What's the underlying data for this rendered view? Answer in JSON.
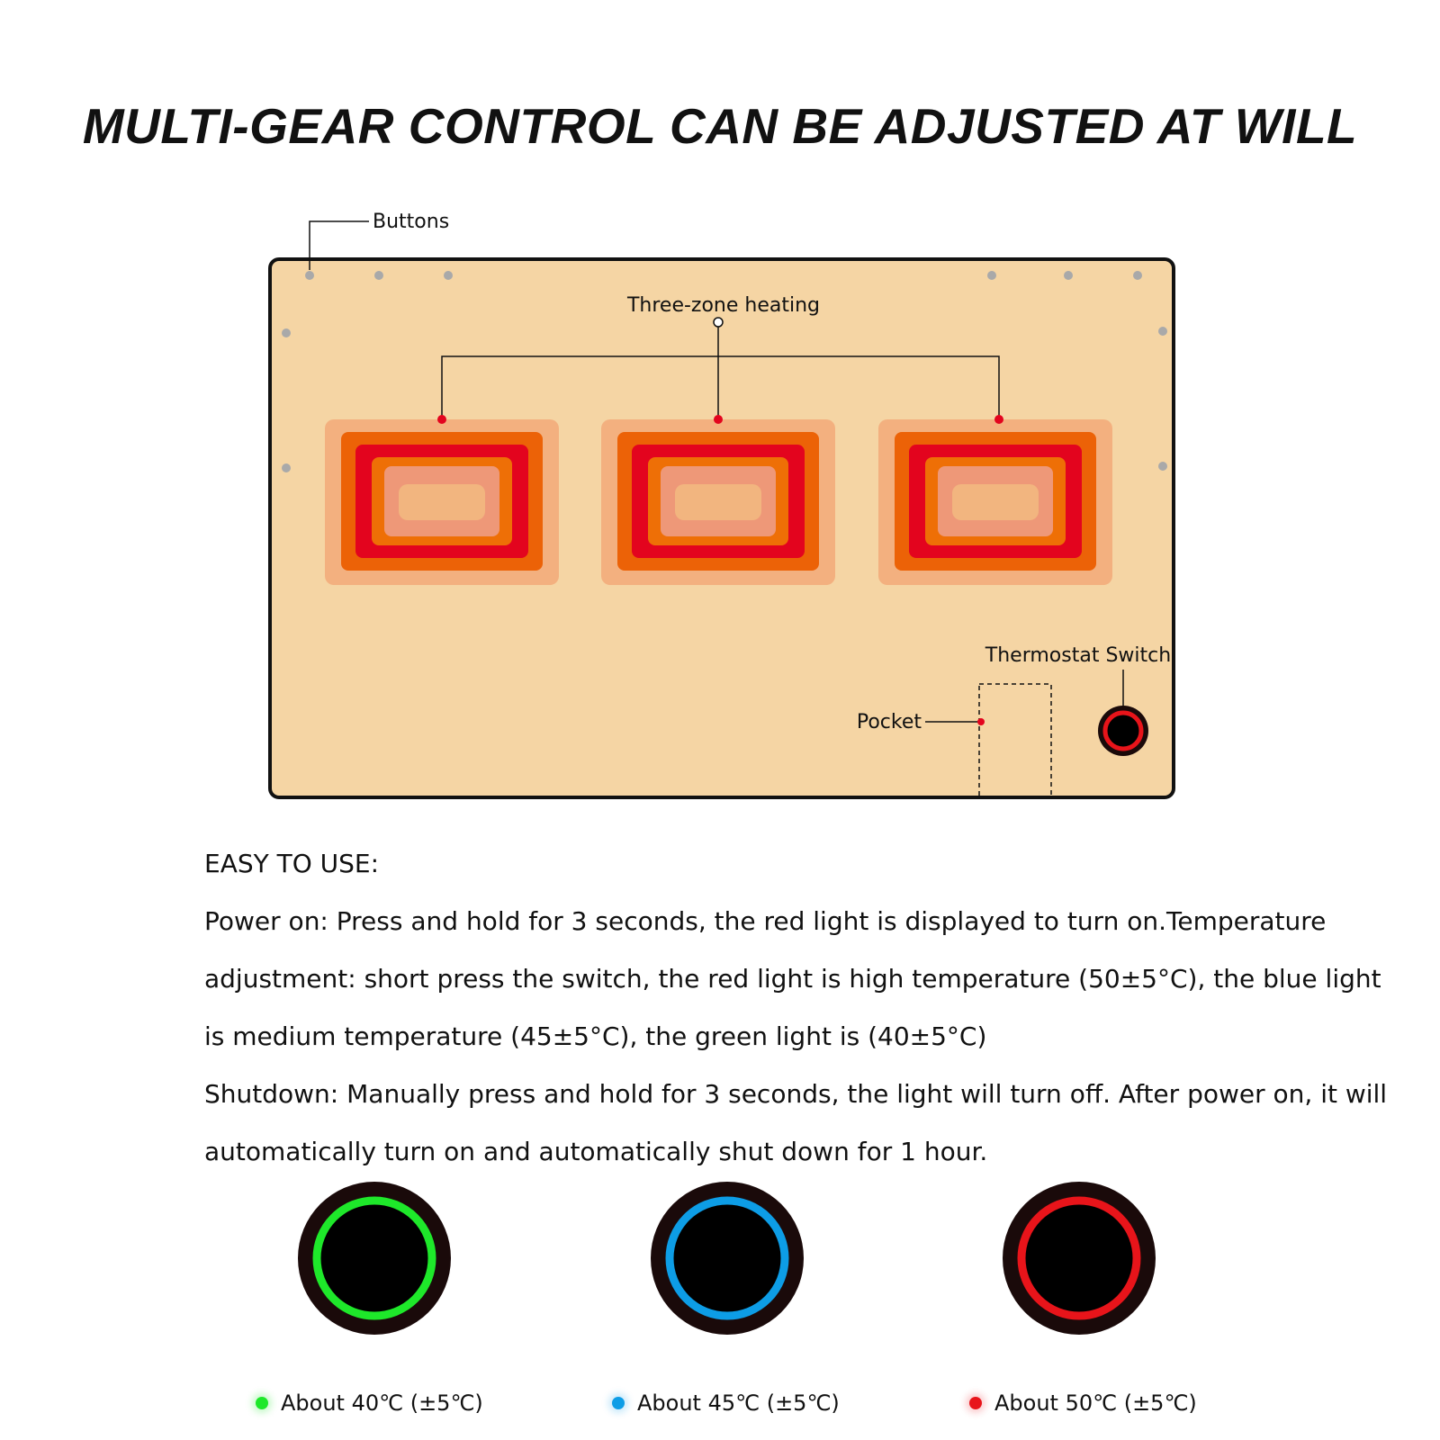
{
  "title": "MULTI-GEAR CONTROL CAN BE ADJUSTED AT WILL",
  "callouts": {
    "buttons": "Buttons",
    "three_zone": "Three-zone heating",
    "thermostat": "Thermostat Switch",
    "pocket": "Pocket"
  },
  "colors": {
    "pad": "#f5d5a4",
    "outer_glow": "#f3b07f",
    "orange": "#ec6207",
    "red": "#e3041e",
    "inner_orange": "#ee6f06",
    "inner_pink": "#ee9878",
    "center": "#f2b57f",
    "green": "#1ee82a",
    "blue": "#0d9de6",
    "ring_red": "#e8141a",
    "button_dot": "#a9a9a9"
  },
  "instructions": {
    "heading": "EASY TO USE:",
    "power_on": "Power on: Press and hold for 3 seconds, the red light is displayed to turn on.Temperature adjustment: short press the switch, the red light is high temperature (50±5°C), the blue light is medium temperature (45±5°C), the green light is (40±5°C)",
    "shutdown": "Shutdown: Manually press and hold for 3 seconds, the light will turn off. After power on, it will automatically turn on and automatically shut down for 1 hour."
  },
  "legend": [
    {
      "label": "About 40℃ (±5℃)",
      "color": "#1ee82a"
    },
    {
      "label": "About 45℃ (±5℃)",
      "color": "#0d9de6"
    },
    {
      "label": "About 50℃ (±5℃)",
      "color": "#e8141a"
    }
  ]
}
